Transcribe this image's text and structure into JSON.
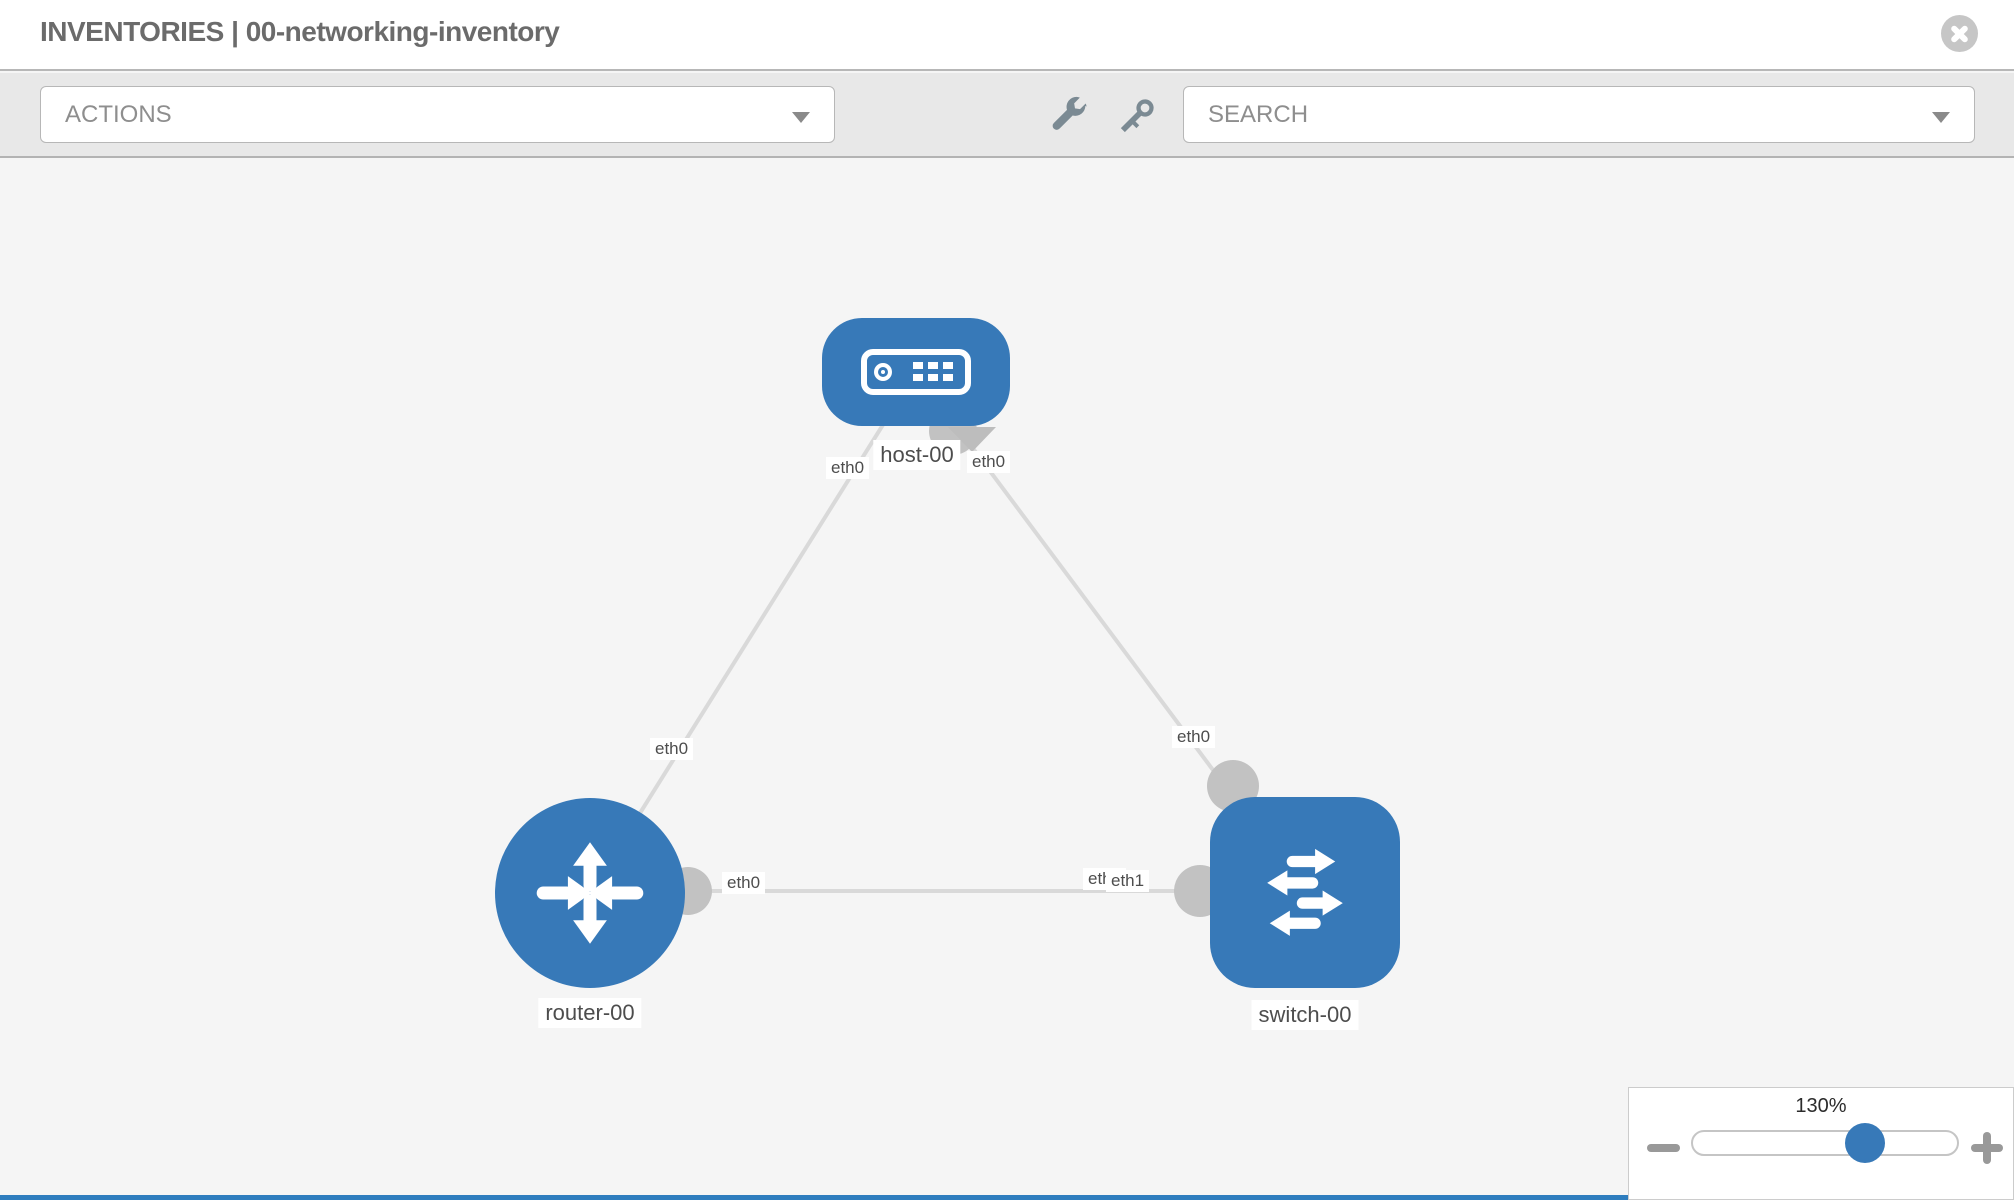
{
  "header": {
    "title": "INVENTORIES | 00-networking-inventory"
  },
  "toolbar": {
    "actions_label": "ACTIONS",
    "search_label": "SEARCH",
    "icons": [
      "wrench",
      "key"
    ]
  },
  "topology": {
    "nodes": [
      {
        "label": "host-00",
        "type": "host"
      },
      {
        "label": "router-00",
        "type": "router"
      },
      {
        "label": "switch-00",
        "type": "switch"
      }
    ],
    "interfaces": {
      "host_left": "eth0",
      "host_right": "eth0",
      "link_host_router": "eth0",
      "link_host_switch": "eth0",
      "link_router_switch_router_end": "eth0",
      "link_router_switch_switch_end_back": "eth0",
      "link_router_switch_switch_end_front": "eth1"
    }
  },
  "zoom_control": {
    "level": "130%"
  },
  "colors": {
    "node_blue": "#3779b8",
    "link_gray": "#d9d9d9",
    "connector_gray": "#c2c2c2",
    "canvas_bg": "#f5f5f5",
    "toolbar_bg": "#e8e8e8",
    "accent_bar": "#2e7dbe"
  }
}
